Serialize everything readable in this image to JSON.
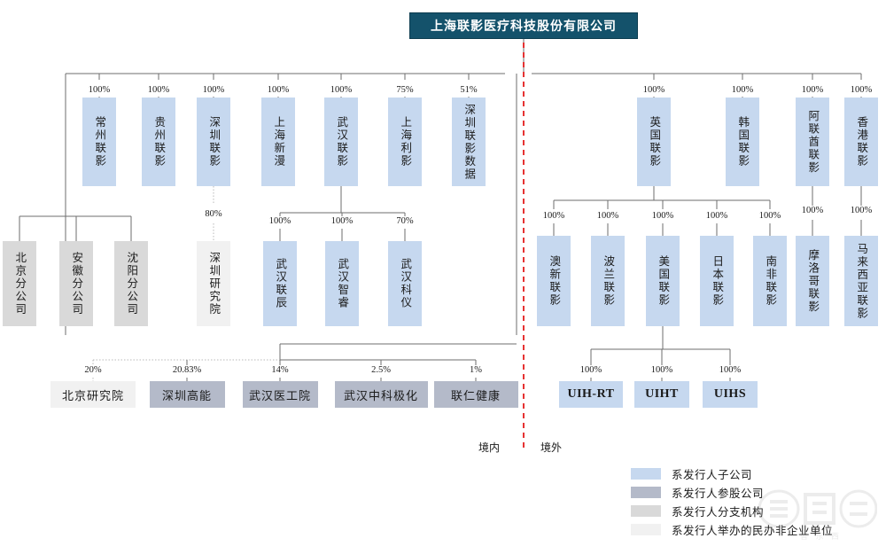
{
  "root": {
    "label": "上海联影医疗科技股份有限公司",
    "color": "#14526b"
  },
  "regions": {
    "domestic": "境内",
    "overseas": "境外",
    "divider_color": "#e00000"
  },
  "colors": {
    "subsidiary": "#c6d8ef",
    "participating": "#b4bac9",
    "branch": "#d9d9d9",
    "npo": "#f1f1f1",
    "line": "#6d6d6d",
    "dotted_line": "#b8b8b8"
  },
  "domestic_tier1": [
    {
      "label": "常州联影",
      "pct": "100%",
      "type": "subsidiary"
    },
    {
      "label": "贵州联影",
      "pct": "100%",
      "type": "subsidiary"
    },
    {
      "label": "深圳联影",
      "pct": "100%",
      "type": "subsidiary"
    },
    {
      "label": "上海新漫",
      "pct": "100%",
      "type": "subsidiary"
    },
    {
      "label": "武汉联影",
      "pct": "100%",
      "type": "subsidiary"
    },
    {
      "label": "上海利影",
      "pct": "75%",
      "type": "subsidiary"
    },
    {
      "label": "深圳联影数据",
      "pct": "51%",
      "type": "subsidiary"
    }
  ],
  "domestic_branches": [
    {
      "label": "北京分公司",
      "pct": "",
      "type": "branch"
    },
    {
      "label": "安徽分公司",
      "pct": "",
      "type": "branch"
    },
    {
      "label": "沈阳分公司",
      "pct": "",
      "type": "branch"
    }
  ],
  "domestic_tier2": [
    {
      "label": "深圳研究院",
      "pct": "80%",
      "type": "npo",
      "dotted": true
    },
    {
      "label": "武汉联辰",
      "pct": "100%",
      "type": "subsidiary",
      "dotted": false
    },
    {
      "label": "武汉智睿",
      "pct": "100%",
      "type": "subsidiary",
      "dotted": false
    },
    {
      "label": "武汉科仪",
      "pct": "70%",
      "type": "subsidiary",
      "dotted": false
    }
  ],
  "domestic_minority": [
    {
      "label": "北京研究院",
      "pct": "20%",
      "type": "npo",
      "dotted": true
    },
    {
      "label": "深圳高能",
      "pct": "20.83%",
      "type": "participating",
      "dotted": false
    },
    {
      "label": "武汉医工院",
      "pct": "14%",
      "type": "participating",
      "dotted": false
    },
    {
      "label": "武汉中科极化",
      "pct": "2.5%",
      "type": "participating",
      "dotted": false
    },
    {
      "label": "联仁健康",
      "pct": "1%",
      "type": "participating",
      "dotted": false
    }
  ],
  "overseas_tier1": [
    {
      "label": "英国联影",
      "pct": "100%",
      "type": "subsidiary"
    },
    {
      "label": "韩国联影",
      "pct": "100%",
      "type": "subsidiary"
    },
    {
      "label": "阿联酋联影",
      "pct": "100%",
      "type": "subsidiary"
    },
    {
      "label": "香港联影",
      "pct": "100%",
      "type": "subsidiary"
    }
  ],
  "overseas_tier2": [
    {
      "label": "澳新联影",
      "pct": "100%",
      "type": "subsidiary"
    },
    {
      "label": "波兰联影",
      "pct": "100%",
      "type": "subsidiary"
    },
    {
      "label": "美国联影",
      "pct": "100%",
      "type": "subsidiary"
    },
    {
      "label": "日本联影",
      "pct": "100%",
      "type": "subsidiary"
    },
    {
      "label": "南非联影",
      "pct": "100%",
      "type": "subsidiary"
    },
    {
      "label": "摩洛哥联影",
      "pct": "100%",
      "type": "subsidiary"
    },
    {
      "label": "马来西亚联影",
      "pct": "100%",
      "type": "subsidiary"
    }
  ],
  "overseas_tier3": [
    {
      "label": "UIH-RT",
      "pct": "100%",
      "type": "subsidiary"
    },
    {
      "label": "UIHT",
      "pct": "100%",
      "type": "subsidiary"
    },
    {
      "label": "UIHS",
      "pct": "100%",
      "type": "subsidiary"
    }
  ],
  "legend": [
    {
      "swatch": "#c6d8ef",
      "text": "系发行人子公司"
    },
    {
      "swatch": "#b4bac9",
      "text": "系发行人参股公司"
    },
    {
      "swatch": "#d9d9d9",
      "text": "系发行人分支机构"
    },
    {
      "swatch": "#f1f1f1",
      "text": "系发行人举办的民办非企业单位"
    }
  ],
  "watermark": {
    "text": "智 东 西"
  }
}
